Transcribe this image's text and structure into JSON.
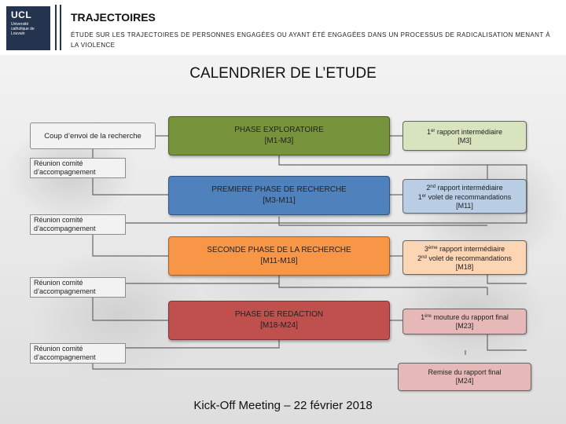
{
  "header": {
    "logo_text": "UCL",
    "logo_sub": "Université catholique de Louvain",
    "title": "TRAJECTOIRES",
    "subtitle": "ÉTUDE SUR LES TRAJECTOIRES DE PERSONNES ENGAGÉES OU AYANT ÉTÉ ENGAGÉES DANS UN PROCESSUS DE RADICALISATION MENANT À LA VIOLENCE"
  },
  "main_title": "CALENDRIER DE L’ETUDE",
  "kickoff": "Coup d’envoi de la recherche",
  "meetings": [
    {
      "line1": "Réunion comité",
      "line2": "d’accompagnement"
    },
    {
      "line1": "Réunion comité",
      "line2": "d’accompagnement"
    },
    {
      "line1": "Réunion comité",
      "line2": "d’accompagnement"
    },
    {
      "line1": "Réunion comité",
      "line2": "d’accompagnement"
    }
  ],
  "phases": [
    {
      "name": "PHASE EXPLORATOIRE",
      "period": "[M1-M3]",
      "color": "#77933c"
    },
    {
      "name": "PREMIERE PHASE DE RECHERCHE",
      "period": "[M3-M11]",
      "color": "#4f81bd"
    },
    {
      "name": "SECONDE PHASE DE LA RECHERCHE",
      "period": "[M11-M18]",
      "color": "#f79646"
    },
    {
      "name": "PHASE DE REDACTION",
      "period": "[M18-M24]",
      "color": "#c0504d"
    }
  ],
  "reports": [
    {
      "lines": [
        {
          "num": "1",
          "sup": "er",
          "text": " rapport intermédiaire"
        },
        {
          "text": "[M3]"
        }
      ],
      "color": "#d7e4bd"
    },
    {
      "lines": [
        {
          "num": "2",
          "sup": "nd",
          "text": " rapport intermédiaire"
        },
        {
          "num": "1",
          "sup": "er",
          "text": " volet de recommandations"
        },
        {
          "text": "[M11]"
        }
      ],
      "color": "#b9cde5"
    },
    {
      "lines": [
        {
          "num": "3",
          "sup": "ème",
          "text": " rapport intermédiaire"
        },
        {
          "num": "2",
          "sup": "nd",
          "text": " volet de recommandations"
        },
        {
          "text": "[M18]"
        }
      ],
      "color": "#fcd5b5"
    },
    {
      "lines": [
        {
          "num": "1",
          "sup": "ère",
          "text": " mouture du rapport final"
        },
        {
          "text": "[M23]"
        }
      ],
      "color": "#e6b9b8"
    },
    {
      "lines": [
        {
          "text": "Remise du rapport final"
        },
        {
          "text": "[M24]"
        }
      ],
      "color": "#e6b9b8"
    }
  ],
  "footer": "Kick-Off Meeting – 22 février 2018"
}
